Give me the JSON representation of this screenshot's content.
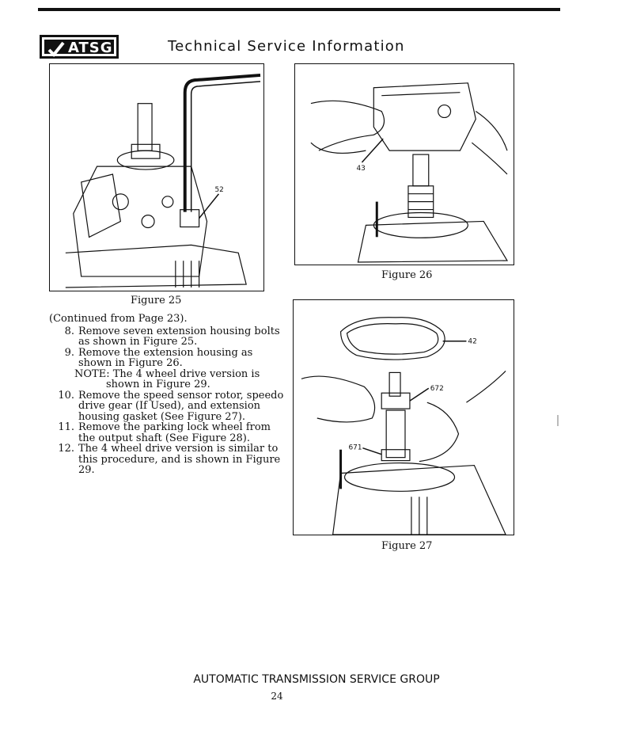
{
  "header": {
    "logo_text": "ATSG",
    "title": "Technical Service Information"
  },
  "figures": [
    {
      "caption": "Figure 25",
      "callouts": [
        "52"
      ]
    },
    {
      "caption": "Figure 26",
      "callouts": [
        "43"
      ]
    },
    {
      "caption": "Figure 27",
      "callouts": [
        "42",
        "672",
        "671"
      ]
    }
  ],
  "body": {
    "continued": "(Continued from Page 23).",
    "steps": [
      {
        "num": "8.",
        "text": "Remove seven extension housing bolts as shown in Figure 25."
      },
      {
        "num": "9.",
        "text": "Remove the extension housing as shown in Figure 26."
      },
      {
        "num": "10.",
        "text": "Remove the speed sensor rotor, speedo drive gear (If Used), and extension housing gasket (See Figure 27)."
      },
      {
        "num": "11.",
        "text": "Remove the parking lock wheel from the output shaft (See Figure 28)."
      },
      {
        "num": "12.",
        "text": "The 4 wheel drive version is similar to this procedure, and is shown in Figure 29."
      }
    ],
    "note_line1": "NOTE: The 4 wheel drive version is",
    "note_line2": "shown in Figure 29."
  },
  "footer": {
    "org": "AUTOMATIC TRANSMISSION SERVICE GROUP",
    "page": "24"
  }
}
